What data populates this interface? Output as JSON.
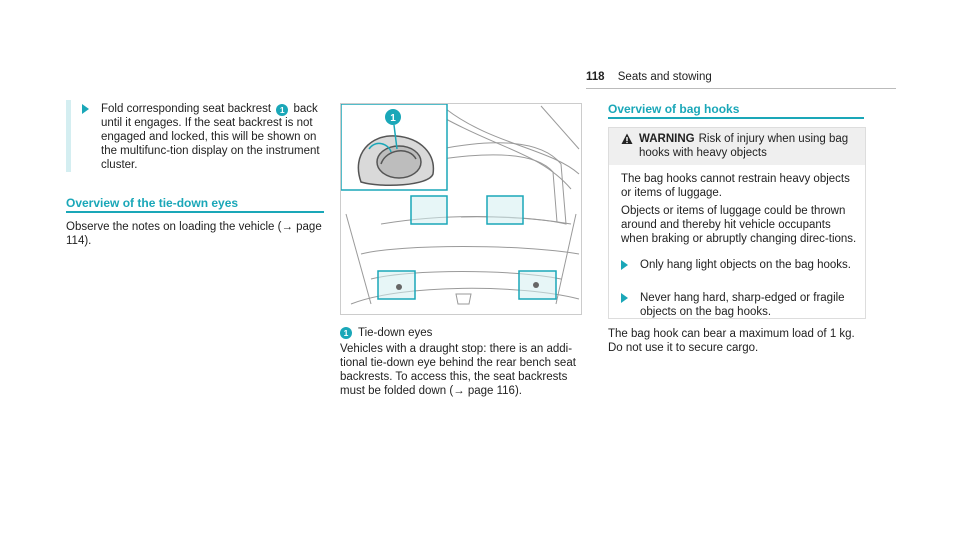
{
  "header": {
    "page_number": "118",
    "section": "Seats and stowing"
  },
  "col1": {
    "step_text": "Fold corresponding seat backrest",
    "step_badge": "1",
    "step_text_rest": "back until it engages. If the seat backrest is not engaged and locked, this will be shown on the multifunc-tion display on the instrument cluster.",
    "title": "Overview of the tie-down eyes",
    "para": "Observe the notes on loading the vehicle (→ page 114)."
  },
  "figure": {
    "callout_badge": "1",
    "legend_badge": "1",
    "legend_text": "Tie-down eyes",
    "para": "Vehicles with a draught stop: there is an addi-tional tie-down eye behind the rear bench seat backrests. To access this, the seat backrests must be folded down (→ page 116)."
  },
  "col3": {
    "title": "Overview of bag hooks",
    "warning_label": "WARNING",
    "warning_head": "Risk of injury when using bag hooks with heavy objects",
    "body1": "The bag hooks cannot restrain heavy objects or items of luggage.",
    "body2": "Objects or items of luggage could be thrown around and thereby hit vehicle occupants when braking or abruptly changing direc-tions.",
    "step1": "Only hang light objects on the bag hooks.",
    "step2": "Never hang hard, sharp-edged or fragile objects on the bag hooks.",
    "para": "The bag hook can bear a maximum load of 1 kg. Do not use it to secure cargo."
  },
  "colors": {
    "accent": "#1aa7b8",
    "highlight_fill": "#d4eef1"
  }
}
